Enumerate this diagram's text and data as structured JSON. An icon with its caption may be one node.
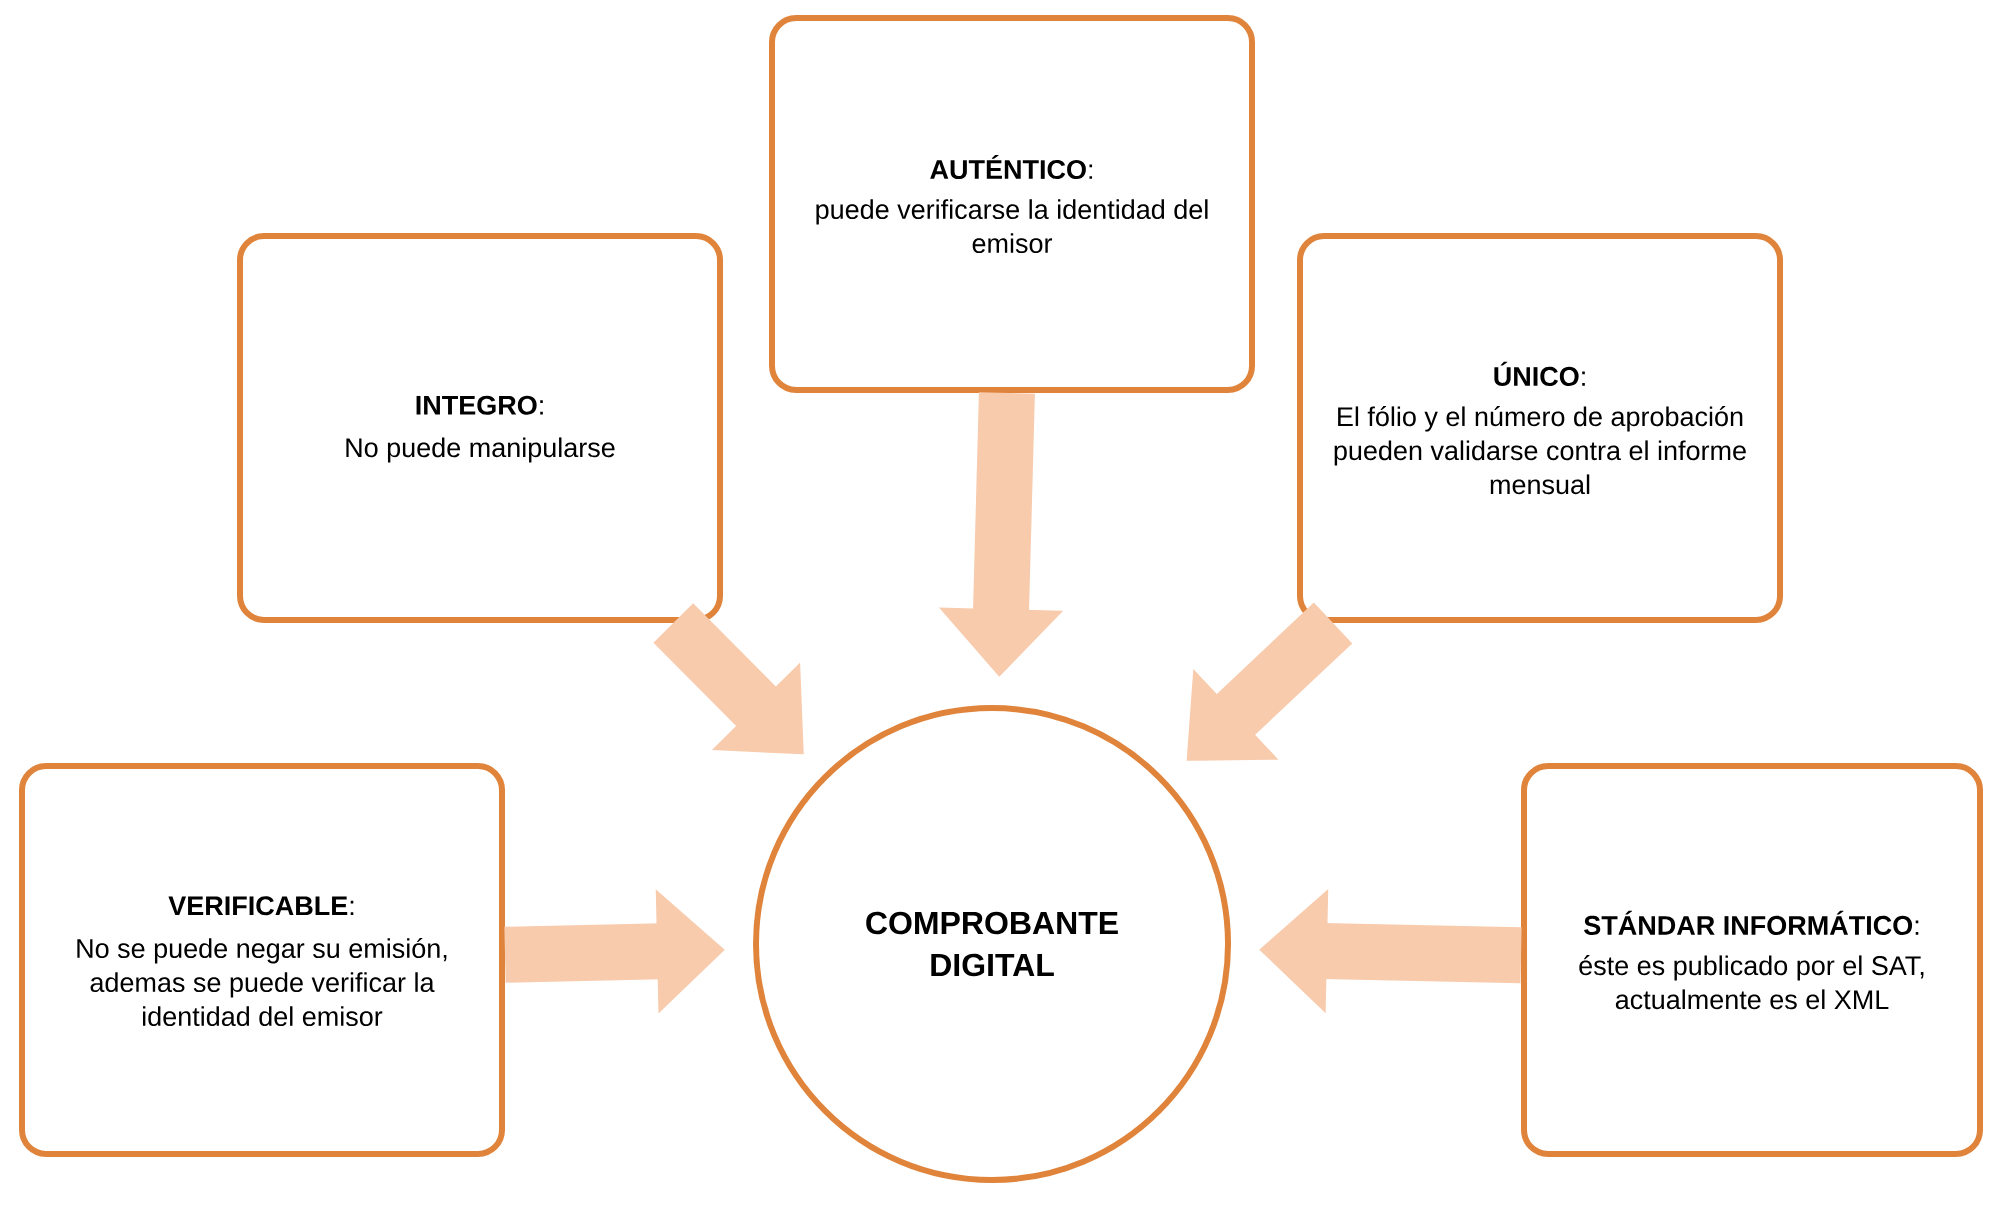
{
  "diagram": {
    "nodes": [
      {
        "text": [
          "**AUTÉNTICO**:",
          "puede verificarse la identidad del emisor"
        ]
      },
      {
        "text": [
          "**INTEGRO**:",
          "No puede manipularse"
        ]
      },
      {
        "text": [
          "**ÚNICO**:",
          "El fólio y el número de aprobación pueden validarse contra el informe mensual"
        ]
      },
      {
        "text": [
          "**VERIFICABLE**:",
          "No se puede negar su emisión, ademas se puede verificar la identidad del emisor"
        ]
      },
      {
        "text": [
          "**STÁNDAR INFORMÁTICO**:",
          "éste es publicado por el SAT, actualmente es el XML"
        ]
      },
      {
        "text": [
          "COMPROBANTE DIGITAL"
        ]
      }
    ],
    "edges": [
      {
        "from": 0,
        "to": 5,
        "arrow": "to"
      },
      {
        "from": 1,
        "to": 5,
        "arrow": "to"
      },
      {
        "from": 2,
        "to": 5,
        "arrow": "to"
      },
      {
        "from": 3,
        "to": 5,
        "arrow": "to"
      },
      {
        "from": 4,
        "to": 5,
        "arrow": "to"
      }
    ]
  }
}
